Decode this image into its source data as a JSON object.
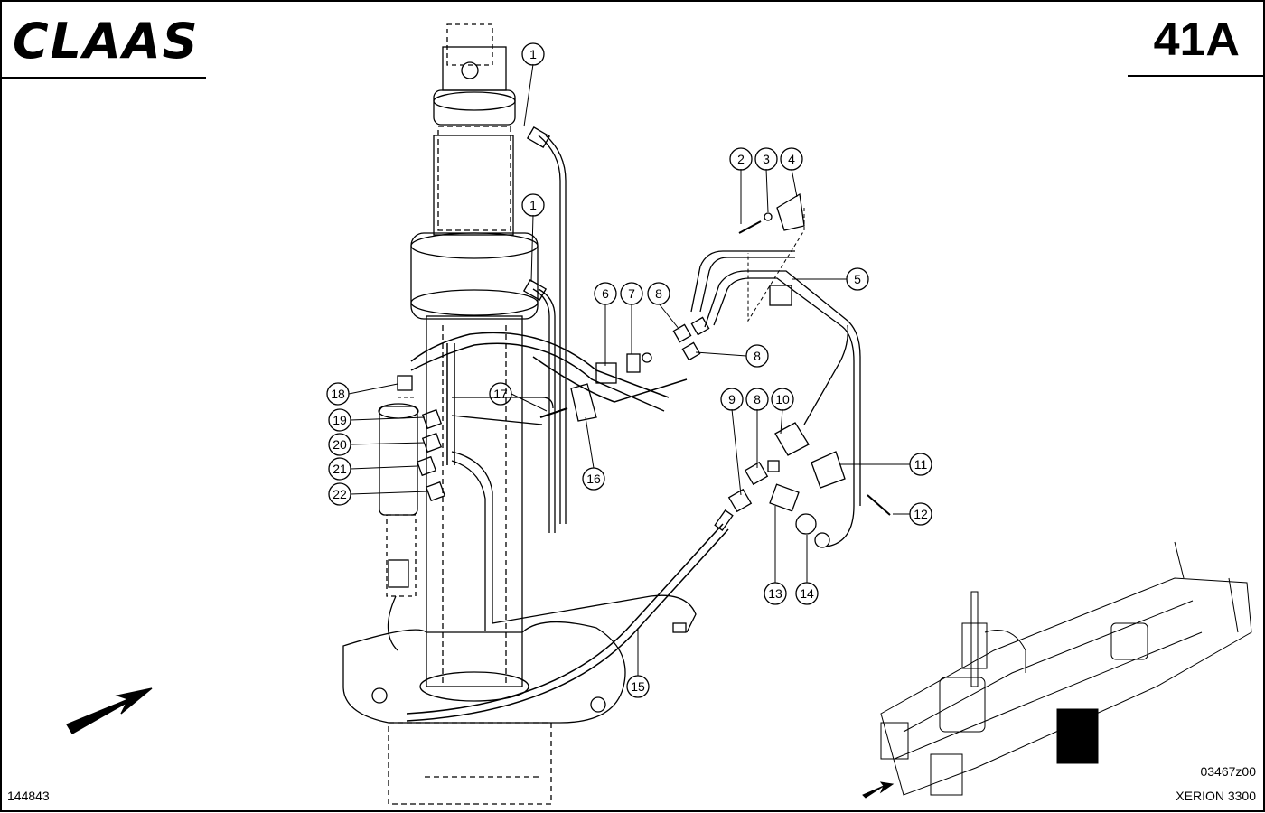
{
  "header": {
    "brand": "CLAAS",
    "page_number": "41A"
  },
  "footer": {
    "sheet_number": "144843",
    "drawing_code": "03467z00",
    "model": "XERION 3300"
  },
  "callouts": [
    "1",
    "1",
    "2",
    "3",
    "4",
    "5",
    "6",
    "7",
    "8",
    "8",
    "8",
    "9",
    "10",
    "11",
    "12",
    "13",
    "14",
    "15",
    "16",
    "17",
    "18",
    "19",
    "20",
    "21",
    "22"
  ],
  "colors": {
    "ink": "#000000",
    "paper": "#ffffff"
  }
}
